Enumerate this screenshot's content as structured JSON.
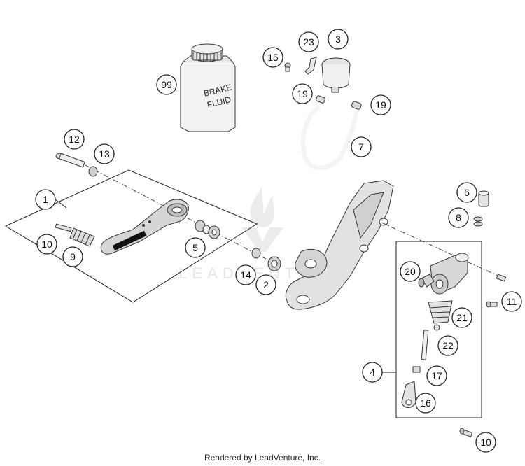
{
  "diagram": {
    "watermark_text": "LEADVENTURE",
    "brake_fluid_label": [
      "BRAKE",
      "FLUID"
    ],
    "callouts": {
      "c99": "99",
      "c23": "23",
      "c3": "3",
      "c15": "15",
      "c19a": "19",
      "c19b": "19",
      "c7": "7",
      "c12": "12",
      "c13": "13",
      "c1": "1",
      "c10a": "10",
      "c9": "9",
      "c5": "5",
      "c14": "14",
      "c2": "2",
      "c6": "6",
      "c8": "8",
      "c20": "20",
      "c11": "11",
      "c21": "21",
      "c22": "22",
      "c4": "4",
      "c17": "17",
      "c16": "16",
      "c10b": "10"
    }
  },
  "footer": "Rendered by LeadVenture, Inc."
}
